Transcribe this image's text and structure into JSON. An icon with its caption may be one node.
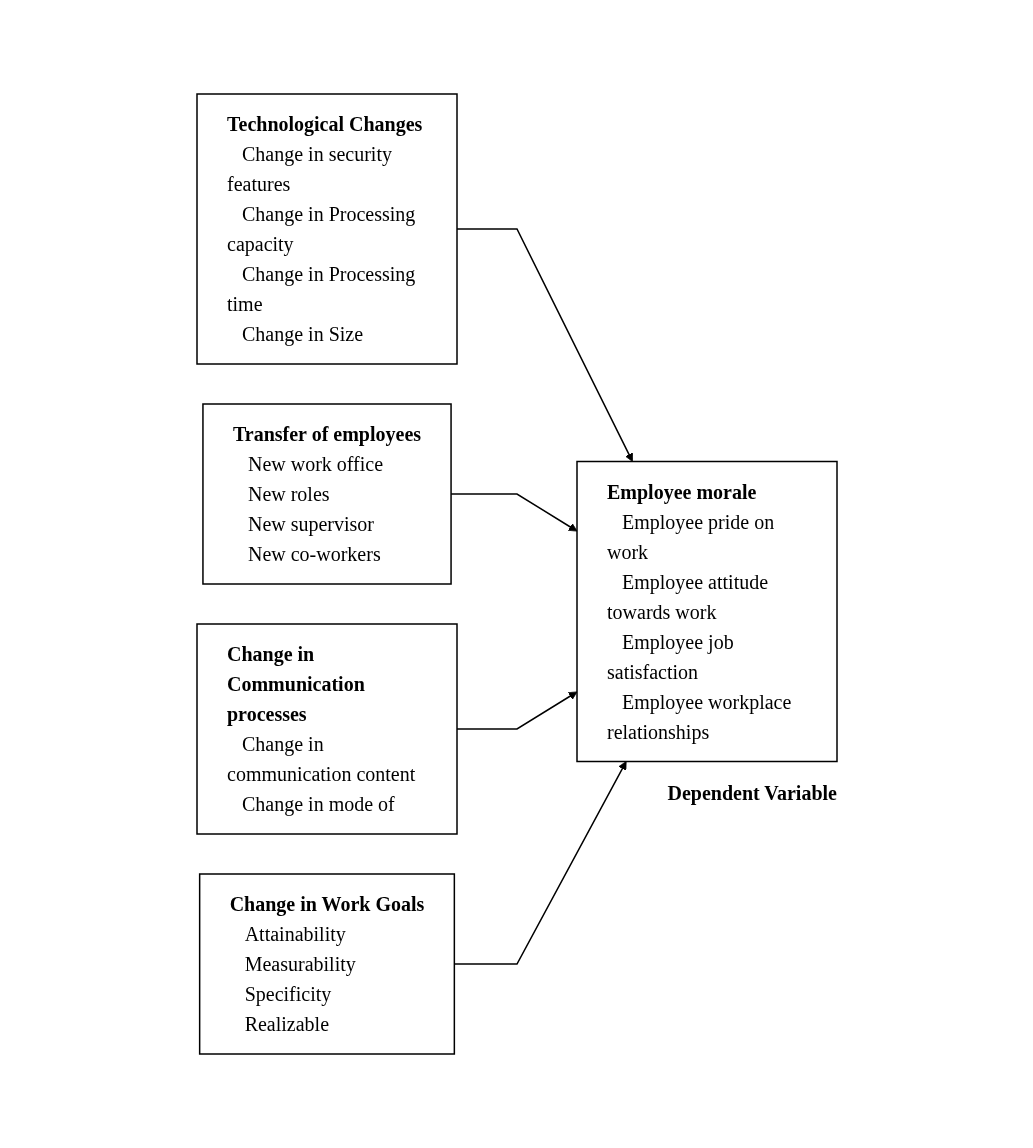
{
  "diagram": {
    "nodes": [
      {
        "text": [
          "Technological Changes",
          "Change in security features",
          "Change in Processing capacity",
          "Change in Processing time",
          "Change in Size"
        ]
      },
      {
        "text": [
          "Transfer of employees",
          "New work office",
          "New roles",
          "New supervisor",
          "New co-workers"
        ]
      },
      {
        "text": [
          "Change in Communication processes",
          "Change in communication content",
          "Change in mode of"
        ]
      },
      {
        "text": [
          "Change in Work Goals",
          "Attainability",
          "Measurability",
          "Specificity",
          "Realizable"
        ]
      },
      {
        "text": [
          "Employee morale",
          "Employee pride on work",
          "Employee attitude towards work",
          "Employee job satisfaction",
          "Employee workplace relationships"
        ],
        "beside": [
          "Dependent Variable"
        ]
      }
    ],
    "edges": [
      {
        "from": 0,
        "to": 4,
        "arrow": "to"
      },
      {
        "from": 1,
        "to": 4,
        "arrow": "to"
      },
      {
        "from": 2,
        "to": 4,
        "arrow": "to"
      },
      {
        "from": 3,
        "to": 4,
        "arrow": "to"
      }
    ]
  }
}
